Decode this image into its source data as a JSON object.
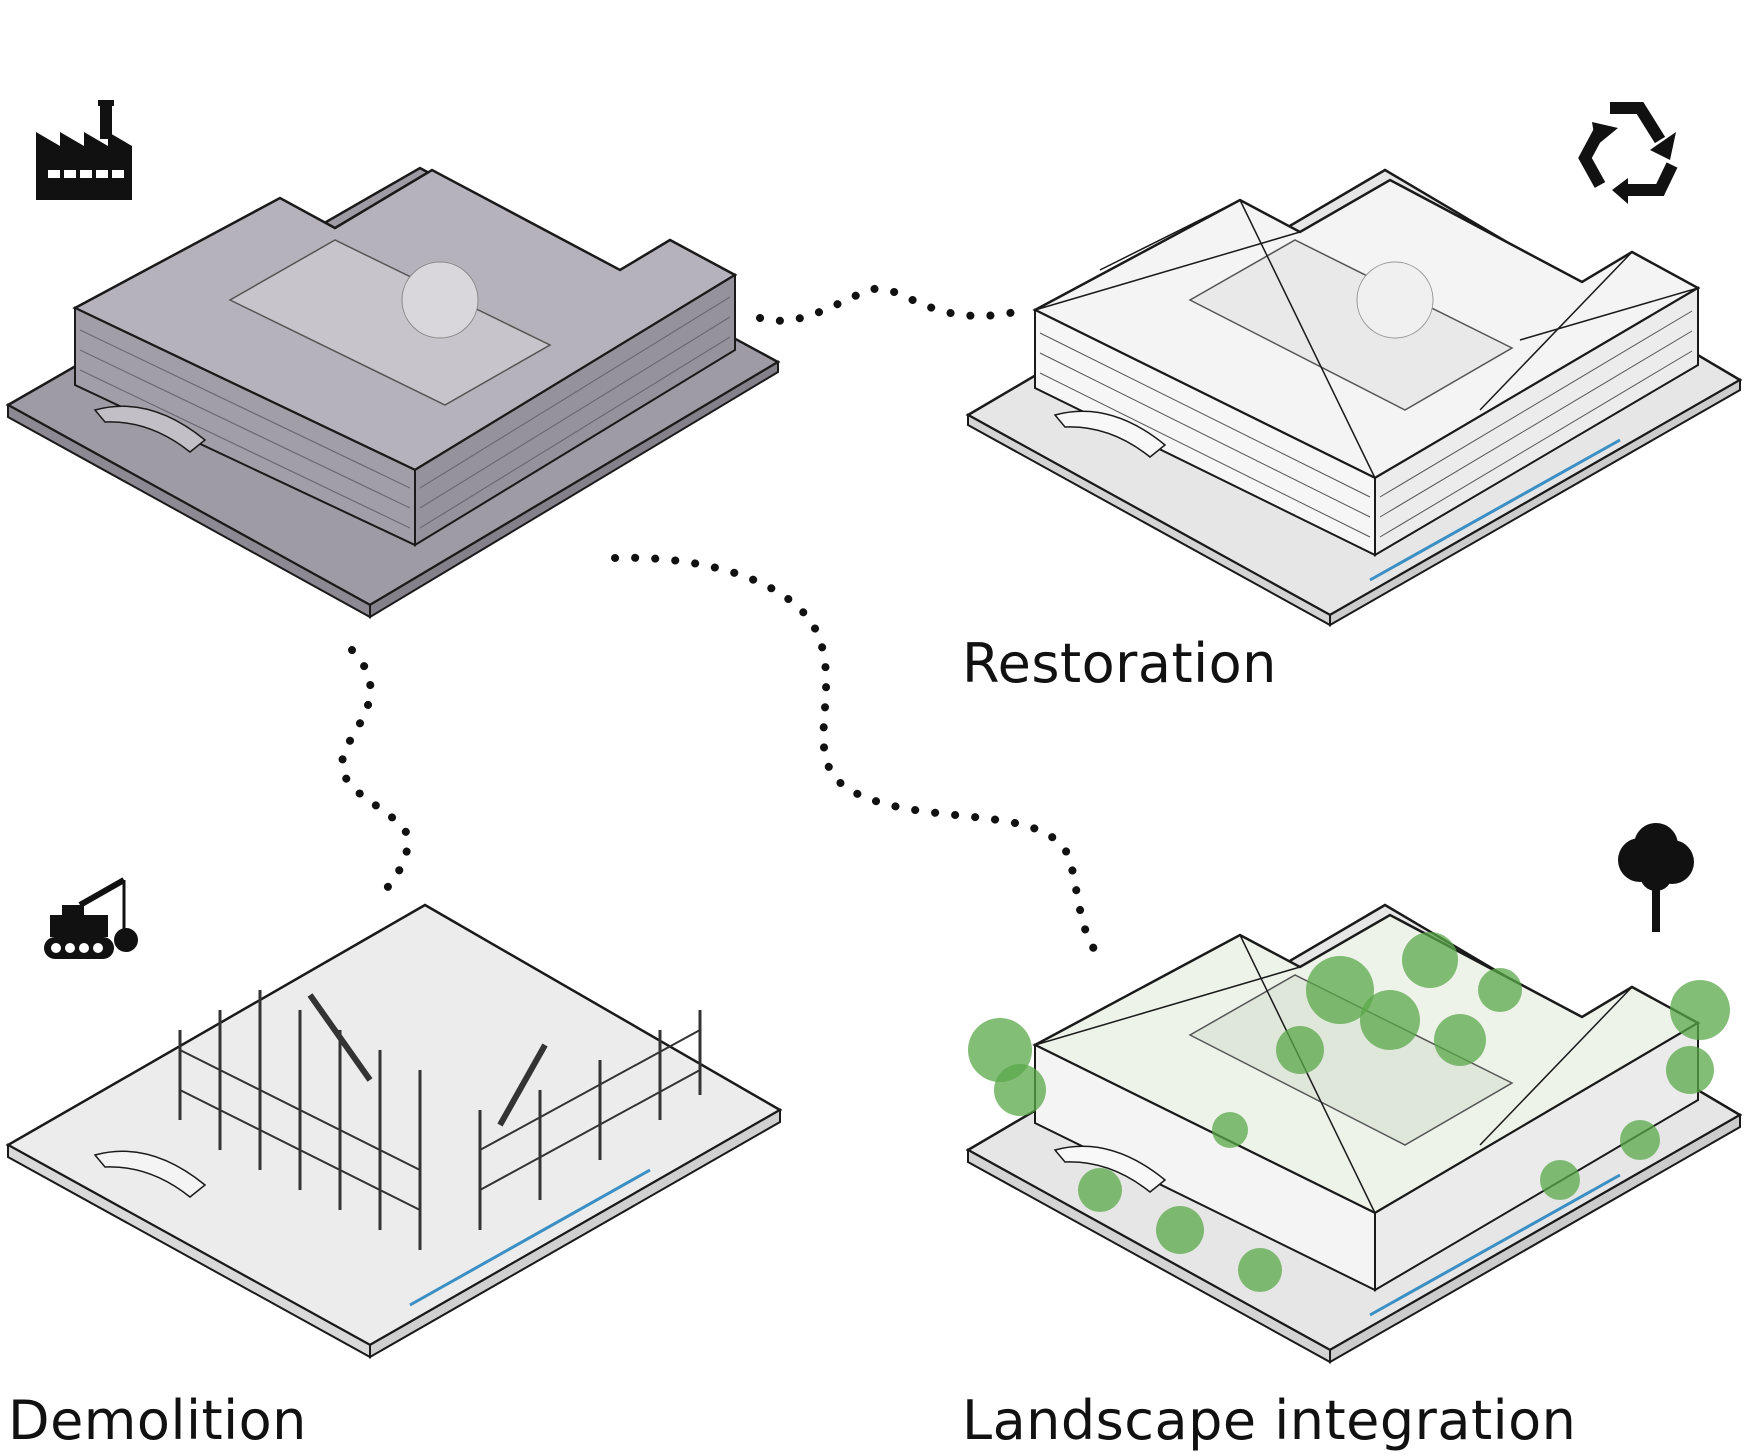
{
  "stages": {
    "existing": {
      "icon": "factory-icon"
    },
    "restoration": {
      "label": "Restoration",
      "icon": "recycle-icon"
    },
    "demolition": {
      "label": "Demolition",
      "icon": "crane-excavator-icon"
    },
    "landscape": {
      "label": "Landscape integration",
      "icon": "tree-icon"
    }
  },
  "colors": {
    "existing_fill": "#a8a4ad",
    "existing_roof": "#b6b2bb",
    "white_fill": "#f2f2f2",
    "ground": "#e4e4e4",
    "outline": "#1a1a1a",
    "tree_green": "#5aa84a",
    "accent_blue": "#3a8fc4",
    "icon": "#111111"
  }
}
